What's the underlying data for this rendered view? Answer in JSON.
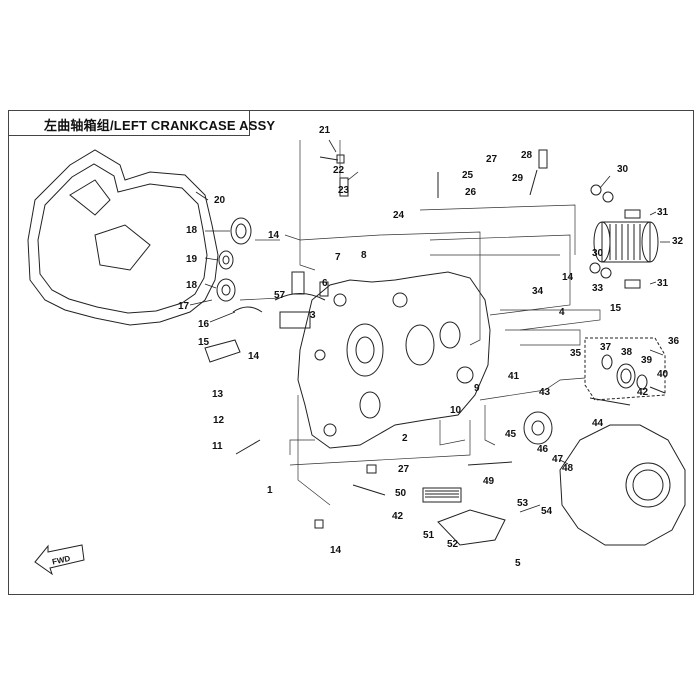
{
  "diagram": {
    "title": "左曲轴箱组/LEFT CRANKCASE ASSY",
    "fwd_label": "FWD",
    "callouts": [
      {
        "id": "c21",
        "text": "21"
      },
      {
        "id": "c22",
        "text": "22"
      },
      {
        "id": "c23",
        "text": "23"
      },
      {
        "id": "c25",
        "text": "25"
      },
      {
        "id": "c26",
        "text": "26"
      },
      {
        "id": "c27a",
        "text": "27"
      },
      {
        "id": "c28",
        "text": "28"
      },
      {
        "id": "c29",
        "text": "29"
      },
      {
        "id": "c30a",
        "text": "30"
      },
      {
        "id": "c31a",
        "text": "31"
      },
      {
        "id": "c32",
        "text": "32"
      },
      {
        "id": "c30b",
        "text": "30"
      },
      {
        "id": "c31b",
        "text": "31"
      },
      {
        "id": "c24",
        "text": "24"
      },
      {
        "id": "c20",
        "text": "20"
      },
      {
        "id": "c18a",
        "text": "18"
      },
      {
        "id": "c14a",
        "text": "14"
      },
      {
        "id": "c19",
        "text": "19"
      },
      {
        "id": "c18b",
        "text": "18"
      },
      {
        "id": "c17",
        "text": "17"
      },
      {
        "id": "c16",
        "text": "16"
      },
      {
        "id": "c7",
        "text": "7"
      },
      {
        "id": "c8",
        "text": "8"
      },
      {
        "id": "c6",
        "text": "6"
      },
      {
        "id": "c57",
        "text": "57"
      },
      {
        "id": "c3",
        "text": "3"
      },
      {
        "id": "c14b",
        "text": "14"
      },
      {
        "id": "c34",
        "text": "34"
      },
      {
        "id": "c33",
        "text": "33"
      },
      {
        "id": "c15a",
        "text": "15"
      },
      {
        "id": "c4",
        "text": "4"
      },
      {
        "id": "c35",
        "text": "35"
      },
      {
        "id": "c36",
        "text": "36"
      },
      {
        "id": "c37",
        "text": "37"
      },
      {
        "id": "c38",
        "text": "38"
      },
      {
        "id": "c39",
        "text": "39"
      },
      {
        "id": "c40",
        "text": "40"
      },
      {
        "id": "c15b",
        "text": "15"
      },
      {
        "id": "c13",
        "text": "13"
      },
      {
        "id": "c14c",
        "text": "14"
      },
      {
        "id": "c41",
        "text": "41"
      },
      {
        "id": "c9",
        "text": "9"
      },
      {
        "id": "c43",
        "text": "43"
      },
      {
        "id": "c42a",
        "text": "42"
      },
      {
        "id": "c10",
        "text": "10"
      },
      {
        "id": "c44",
        "text": "44"
      },
      {
        "id": "c12",
        "text": "12"
      },
      {
        "id": "c45",
        "text": "45"
      },
      {
        "id": "c46",
        "text": "46"
      },
      {
        "id": "c47",
        "text": "47"
      },
      {
        "id": "c48",
        "text": "48"
      },
      {
        "id": "c2",
        "text": "2"
      },
      {
        "id": "c11",
        "text": "11"
      },
      {
        "id": "c27b",
        "text": "27"
      },
      {
        "id": "c1",
        "text": "1"
      },
      {
        "id": "c49",
        "text": "49"
      },
      {
        "id": "c50",
        "text": "50"
      },
      {
        "id": "c42b",
        "text": "42"
      },
      {
        "id": "c53",
        "text": "53"
      },
      {
        "id": "c54",
        "text": "54"
      },
      {
        "id": "c51",
        "text": "51"
      },
      {
        "id": "c52",
        "text": "52"
      },
      {
        "id": "c5",
        "text": "5"
      },
      {
        "id": "c14d",
        "text": "14"
      }
    ]
  }
}
